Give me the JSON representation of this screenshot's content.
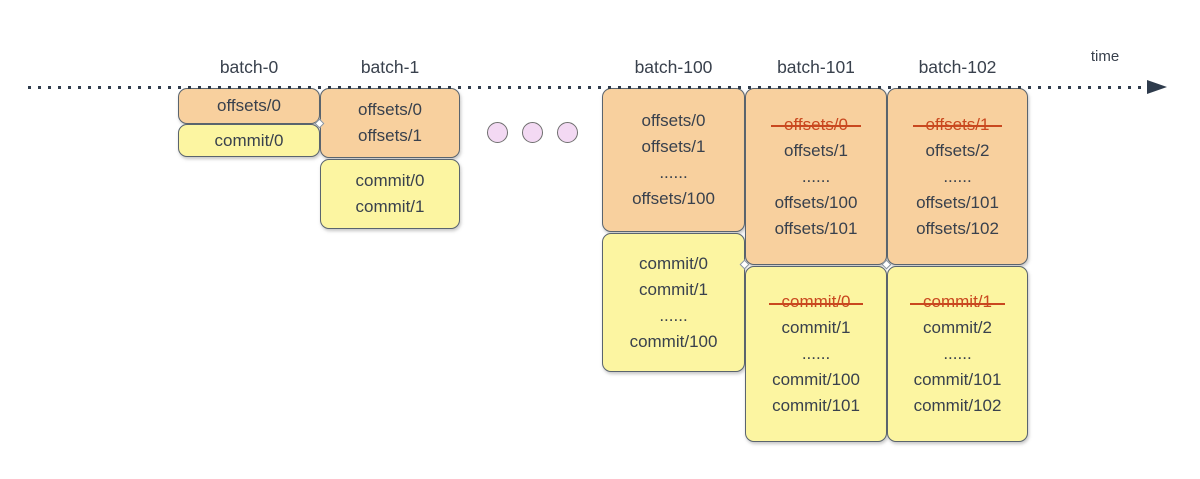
{
  "timeline": {
    "label": "time"
  },
  "colors": {
    "offsets_fill": "#f8d09e",
    "commit_fill": "#fcf5a1",
    "box_border": "#5a646e",
    "text": "#39414d",
    "struck_text": "#c9481f",
    "timeline": "#2e3b4c",
    "ellipsis_dot_fill": "#f3d9f3"
  },
  "ellipsis": {
    "count": 3
  },
  "batches": [
    {
      "label": "batch-0",
      "offsets": [
        {
          "text": "offsets/0",
          "struck": false
        }
      ],
      "commits": [
        {
          "text": "commit/0",
          "struck": false
        }
      ]
    },
    {
      "label": "batch-1",
      "offsets": [
        {
          "text": "offsets/0",
          "struck": false
        },
        {
          "text": "offsets/1",
          "struck": false
        }
      ],
      "commits": [
        {
          "text": "commit/0",
          "struck": false
        },
        {
          "text": "commit/1",
          "struck": false
        }
      ]
    },
    {
      "label": "batch-100",
      "offsets": [
        {
          "text": "offsets/0",
          "struck": false
        },
        {
          "text": "offsets/1",
          "struck": false
        },
        {
          "text": "......",
          "struck": false
        },
        {
          "text": "offsets/100",
          "struck": false
        }
      ],
      "commits": [
        {
          "text": "commit/0",
          "struck": false
        },
        {
          "text": "commit/1",
          "struck": false
        },
        {
          "text": "......",
          "struck": false
        },
        {
          "text": "commit/100",
          "struck": false
        }
      ]
    },
    {
      "label": "batch-101",
      "offsets": [
        {
          "text": "offsets/0",
          "struck": true
        },
        {
          "text": "offsets/1",
          "struck": false
        },
        {
          "text": "......",
          "struck": false
        },
        {
          "text": "offsets/100",
          "struck": false
        },
        {
          "text": "offsets/101",
          "struck": false
        }
      ],
      "commits": [
        {
          "text": "commit/0",
          "struck": true
        },
        {
          "text": "commit/1",
          "struck": false
        },
        {
          "text": "......",
          "struck": false
        },
        {
          "text": "commit/100",
          "struck": false
        },
        {
          "text": "commit/101",
          "struck": false
        }
      ]
    },
    {
      "label": "batch-102",
      "offsets": [
        {
          "text": "offsets/1",
          "struck": true
        },
        {
          "text": "offsets/2",
          "struck": false
        },
        {
          "text": "......",
          "struck": false
        },
        {
          "text": "offsets/101",
          "struck": false
        },
        {
          "text": "offsets/102",
          "struck": false
        }
      ],
      "commits": [
        {
          "text": "commit/1",
          "struck": true
        },
        {
          "text": "commit/2",
          "struck": false
        },
        {
          "text": "......",
          "struck": false
        },
        {
          "text": "commit/101",
          "struck": false
        },
        {
          "text": "commit/102",
          "struck": false
        }
      ]
    }
  ]
}
